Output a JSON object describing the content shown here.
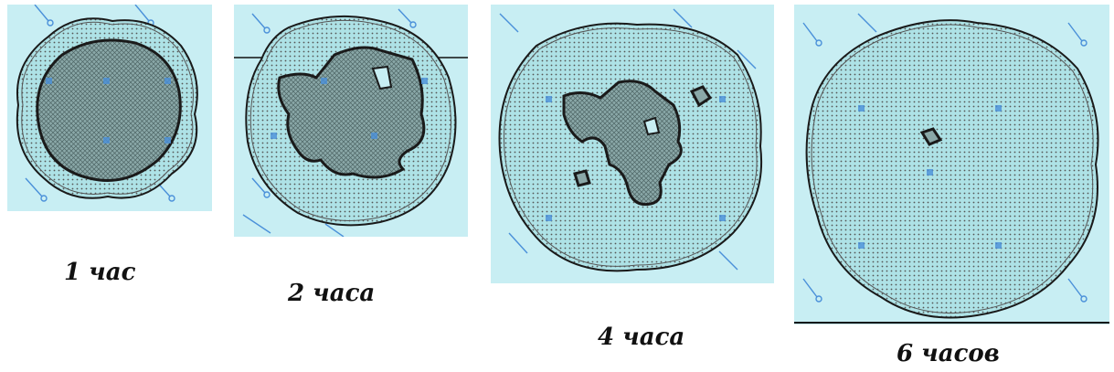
{
  "panels": [
    {
      "caption": "1 час"
    },
    {
      "caption": "2 часа"
    },
    {
      "caption": "4 часа"
    },
    {
      "caption": "6 часов"
    }
  ],
  "colors": {
    "water": "#c8eef3",
    "spread_zone": "#aee2e6",
    "core": "#8aa8a8",
    "outline": "#1a1a1a",
    "droplet": "#4a90d9"
  }
}
